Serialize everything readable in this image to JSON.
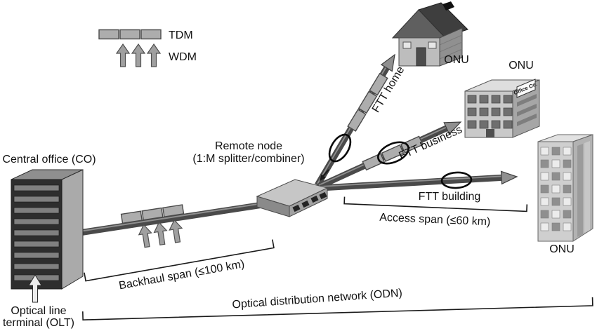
{
  "legend": {
    "tdm": "TDM",
    "wdm": "WDM"
  },
  "central_office": {
    "label": "Central office (CO)",
    "olt_line1": "Optical line",
    "olt_line2": "terminal (OLT)"
  },
  "remote_node": {
    "line1": "Remote node",
    "line2": "(1:M splitter/combiner)"
  },
  "links": {
    "home": "FTT home",
    "business": "FTT business",
    "building": "FTT building"
  },
  "onu": {
    "home": "ONU",
    "business": "ONU",
    "building": "ONU"
  },
  "business_sign": "Office Co.",
  "spans": {
    "access": "Access span (≤60 km)",
    "backhaul": "Backhaul span (≤100 km)",
    "odn": "Optical distribution network (ODN)"
  },
  "colors": {
    "background": "#ffffff",
    "fiber": "#4a4a4a",
    "device_gray": "#adadad",
    "ink": "#111111"
  }
}
